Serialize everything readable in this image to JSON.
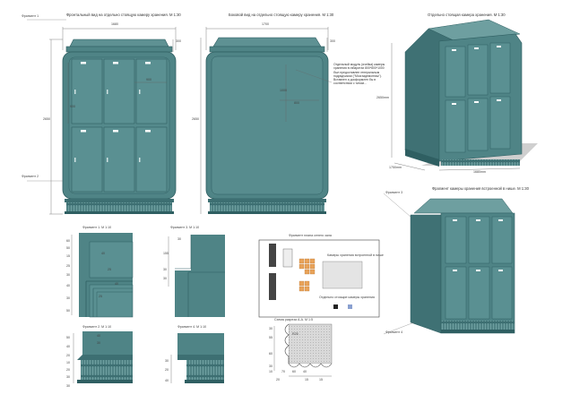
{
  "colors": {
    "body": "#4f8486",
    "body_dark": "#2f5f62",
    "body_light": "#6e9fa0",
    "trim": "#3d6f72",
    "dim": "#666666",
    "orange": "#e8a35a",
    "shadow": "#c8c8c8"
  },
  "views": {
    "front_title": "Фронтальный вид на отдельно стоящую камеру хранения. М 1:30",
    "side_title": "Боковой вид на отдельно стоящую камеру хранения. М 1:30",
    "persp_title": "Отдельно стоящая камера хранения. М 1:30",
    "niche_title": "Фрагмент камеры хранения встроенной в нише. М 1:30"
  },
  "front": {
    "dim_top": "1680",
    "dim_cap": "300",
    "dim_height": "2650",
    "dim_mid": "900",
    "dim_side": "900",
    "frag1": "Фрагмент 1",
    "frag2": "Фрагмент 2"
  },
  "side": {
    "dim_top": "1700",
    "dim_cap": "300",
    "dim_height": "2650",
    "dim_h1": "1000",
    "dim_w1": "800",
    "note": "Отдельный модуль (ячейка) камеры хранения в габаритах 800*800*1000 был предоставлен генеральным подрядчиком (\"Мосгаздемонтаж\"). Вставлен и дооформлен бы в соответствии с типом..."
  },
  "persp": {
    "dim_height": "2650mm",
    "dim_depth": "1750mm",
    "dim_width": "1680mm"
  },
  "niche": {
    "frag3": "Фрагмент 3",
    "frag4": "Фрагмент 4"
  },
  "details": {
    "f1": "Фрагмент 1. М 1:10",
    "f2": "Фрагмент 2. М 1:10",
    "f3": "Фрагмент 3. М 1:10",
    "f4": "Фрагмент 4. М 1:10",
    "plan_title": "Фрагмент плана сенего зала",
    "plan_label1": "Камеры хранения встроенной в нише",
    "plan_label2": "Отдельно стоящие камеры хранения",
    "section_title": "Схема разреза А-А. М 1:5",
    "sec_r": "R25",
    "f1_dims": [
      "25",
      "40",
      "40",
      "25",
      "60",
      "50",
      "15",
      "25",
      "30",
      "40",
      "30",
      "50"
    ],
    "f2_dims": [
      "40",
      "30",
      "50",
      "40",
      "20",
      "10",
      "20",
      "30",
      "30"
    ],
    "f3_dims": [
      "30",
      "155",
      "30",
      "30"
    ],
    "f4_dims": [
      "30",
      "20",
      "40"
    ],
    "sec_dims": [
      "30",
      "55",
      "60",
      "30",
      "60",
      "40",
      "70",
      "15",
      "15",
      "10",
      "20"
    ]
  }
}
